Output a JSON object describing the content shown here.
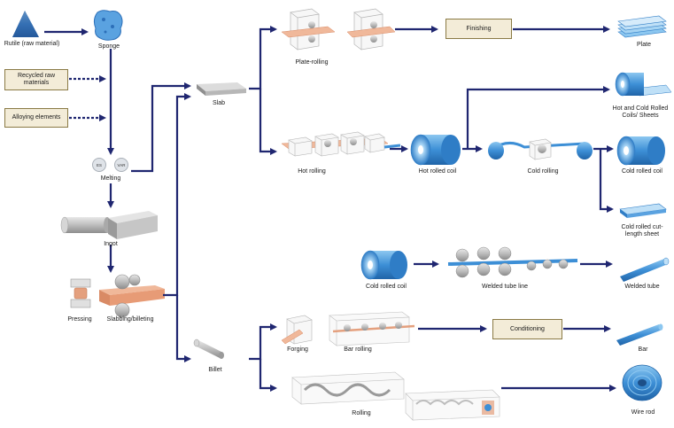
{
  "labels": {
    "rutile": "Rutile (raw material)",
    "sponge": "Sponge",
    "melting": "Melting",
    "es": "ES",
    "var": "VAR",
    "ingot": "Ingot",
    "pressing": "Pressing",
    "slabbing": "Slabbing/billeting",
    "slab": "Slab",
    "billet": "Billet",
    "plate_rolling": "Plate-rolling",
    "plate": "Plate",
    "hot_rolling": "Hot rolling",
    "hot_rolled_coil": "Hot rolled coil",
    "cold_rolling": "Cold rolling",
    "hot_cold_coils": "Hot and Cold Rolled Coils/ Sheets",
    "cold_rolled_coil_right": "Cold rolled coil",
    "cold_rolled_sheet": "Cold rolled cut-length sheet",
    "cold_rolled_coil_left": "Cold rolled coil",
    "welded_tube_line": "Welded tube line",
    "welded_tube": "Welded tube",
    "forging": "Forging",
    "bar_rolling": "Bar rolling",
    "bar": "Bar",
    "rolling": "Rolling",
    "wire_rod": "Wire rod"
  },
  "boxes": {
    "recycled": "Recycled raw materials",
    "alloying": "Alloying elements",
    "finishing": "Finishing",
    "conditioning": "Conditioning"
  },
  "colors": {
    "arrow": "#1f2670",
    "box_fill": "#f3ecd8",
    "box_border": "#8a7a45",
    "titanium_blue": "#3d8fd6",
    "copper": "#e4a07e"
  }
}
